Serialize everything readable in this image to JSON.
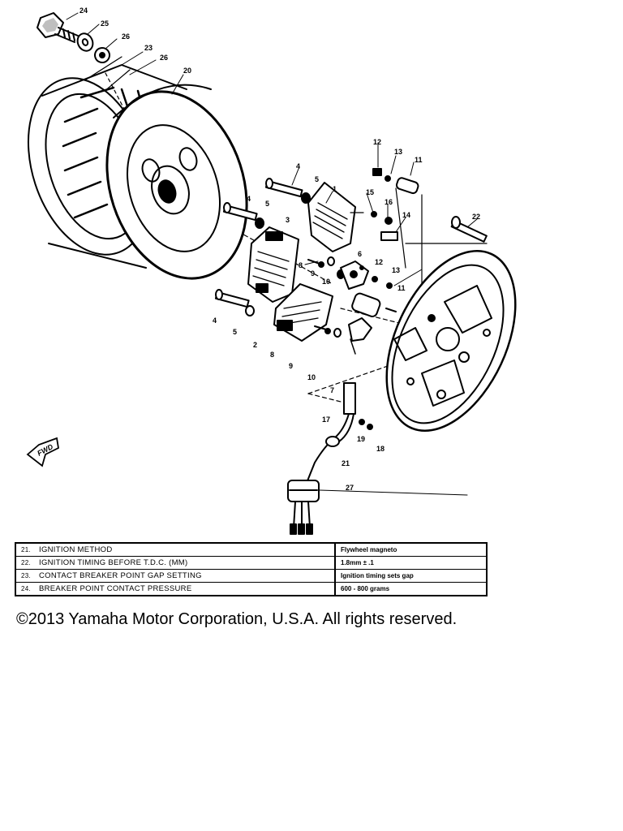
{
  "callouts": [
    "24",
    "25",
    "26",
    "23",
    "26",
    "20",
    "12",
    "13",
    "11",
    "4",
    "5",
    "1",
    "15",
    "16",
    "14",
    "22",
    "4",
    "5",
    "3",
    "8",
    "9",
    "10",
    "6",
    "12",
    "13",
    "11",
    "4",
    "5",
    "2",
    "8",
    "9",
    "10",
    "7",
    "17",
    "19",
    "18",
    "21",
    "27"
  ],
  "fwd_label": "FWD",
  "spec_table": {
    "rows": [
      {
        "num": "21.",
        "label": "IGNITION METHOD",
        "value": "Flywheel magneto"
      },
      {
        "num": "22.",
        "label": "IGNITION TIMING BEFORE T.D.C. (mm)",
        "value": "1.8mm ± .1"
      },
      {
        "num": "23.",
        "label": "CONTACT BREAKER POINT GAP SETTING",
        "value": "Ignition timing sets gap"
      },
      {
        "num": "24.",
        "label": "BREAKER POINT CONTACT PRESSURE",
        "value": "600 - 800 grams"
      }
    ]
  },
  "copyright": "©2013 Yamaha Motor Corporation, U.S.A. All rights reserved."
}
